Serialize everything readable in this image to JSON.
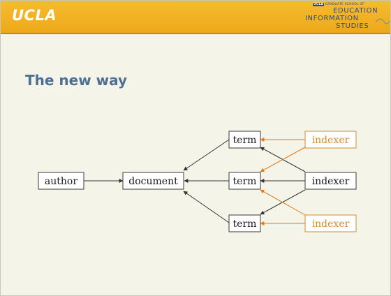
{
  "header": {
    "brand": "UCLA",
    "logo": {
      "school_prefix": "UCLA",
      "school_suffix": "GRADUATE SCHOOL OF",
      "line1": "EDUCATION",
      "line2": "INFORMATION",
      "line3": "STUDIES"
    }
  },
  "slide": {
    "title": "The new way"
  },
  "diagram": {
    "nodes": {
      "author": "author",
      "document": "document",
      "term_top": "term",
      "term_middle": "term",
      "term_bottom": "term",
      "indexer_top": "indexer",
      "indexer_middle": "indexer",
      "indexer_bottom": "indexer"
    },
    "colors": {
      "accent": "#e07b1a",
      "header": "#f0b020",
      "title": "#4f6f92"
    }
  }
}
